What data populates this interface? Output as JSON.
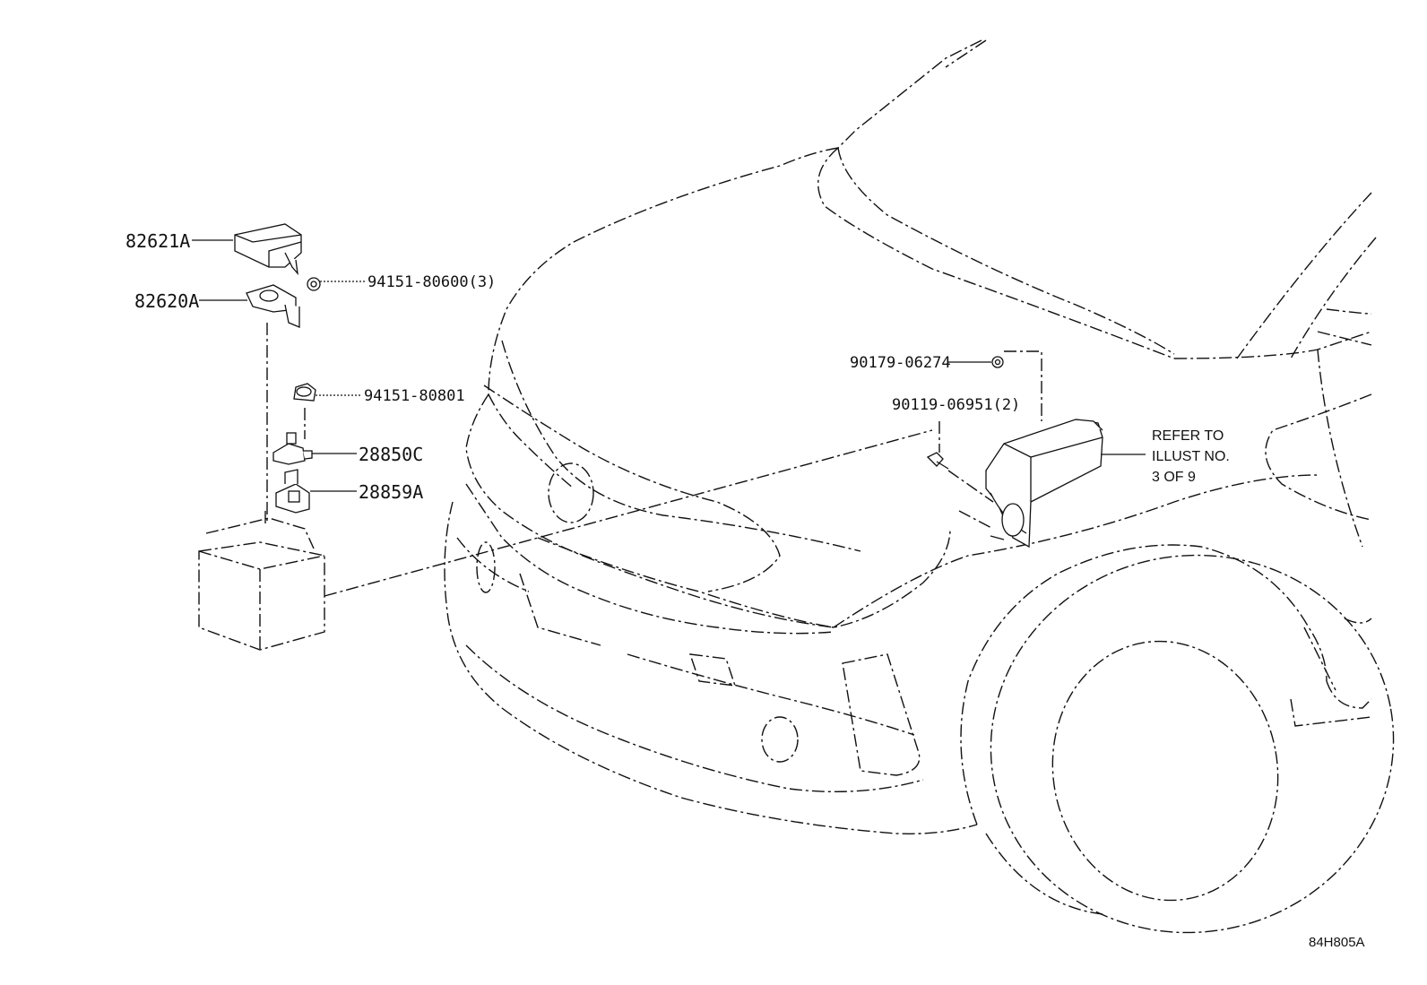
{
  "diagram": {
    "callouts": {
      "p82621A": "82621A",
      "p82620A": "82620A",
      "p94151_80600": "94151-80600(3)",
      "p94151_80801": "94151-80801",
      "p28850C": "28850C",
      "p28859A": "28859A",
      "p90179_06274": "90179-06274",
      "p90119_06951": "90119-06951(2)"
    },
    "refer_note": {
      "line1": "REFER TO",
      "line2": "ILLUST NO.",
      "line3": "3 OF 9"
    },
    "figure_code": "84H805A"
  }
}
